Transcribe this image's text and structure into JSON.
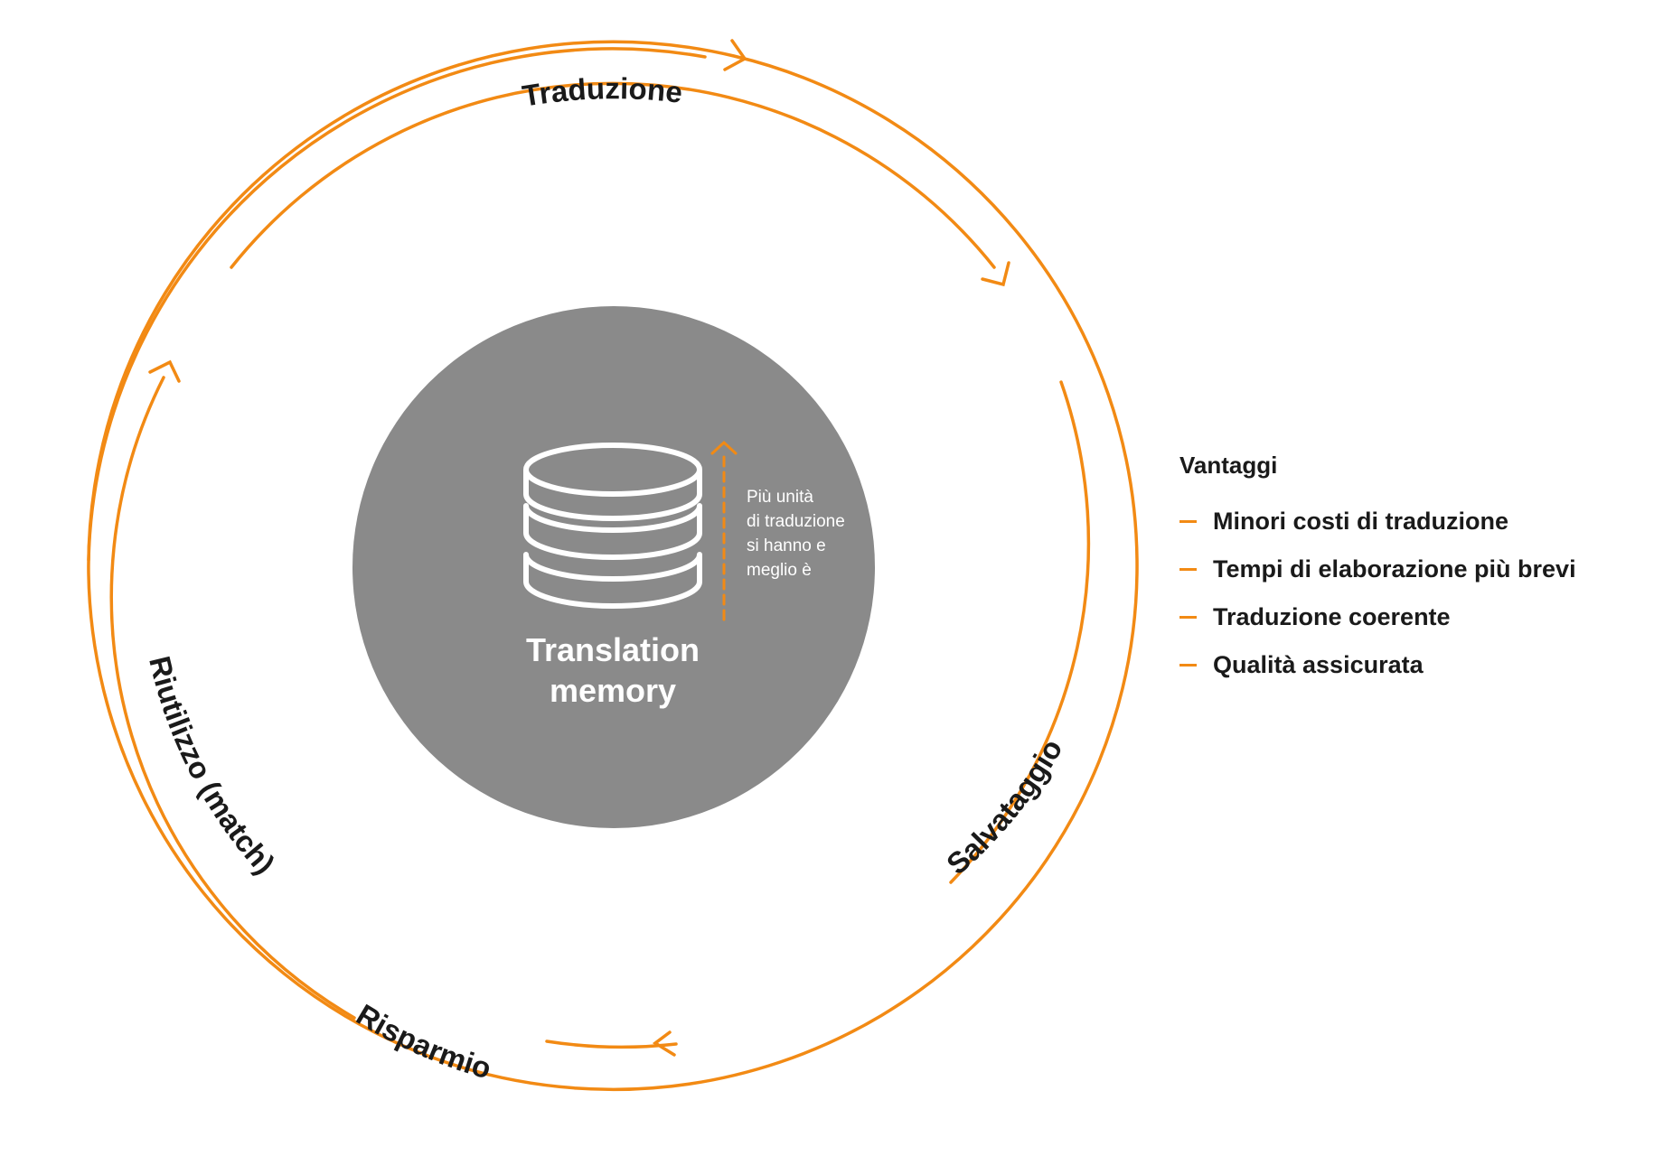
{
  "colors": {
    "accent": "#f28a14",
    "center_fill": "#8a8a8a",
    "text": "#1a1a1a",
    "center_text": "#ffffff"
  },
  "cycle": {
    "labels": {
      "top": "Traduzione",
      "right": "Salvataggio",
      "bottom": "Risparmio",
      "left": "Riutilizzo (match)"
    }
  },
  "center": {
    "icon": "database-icon",
    "title_line1": "Translation",
    "title_line2": "memory",
    "note_lines": [
      "Più unità",
      "di traduzione",
      "si hanno e",
      "meglio è"
    ],
    "note_arrow_icon": "dashed-up-arrow-icon"
  },
  "benefits": {
    "title": "Vantaggi",
    "items": [
      "Minori costi di traduzione",
      "Tempi di elaborazione più brevi",
      "Traduzione coerente",
      "Qualità assicurata"
    ]
  }
}
